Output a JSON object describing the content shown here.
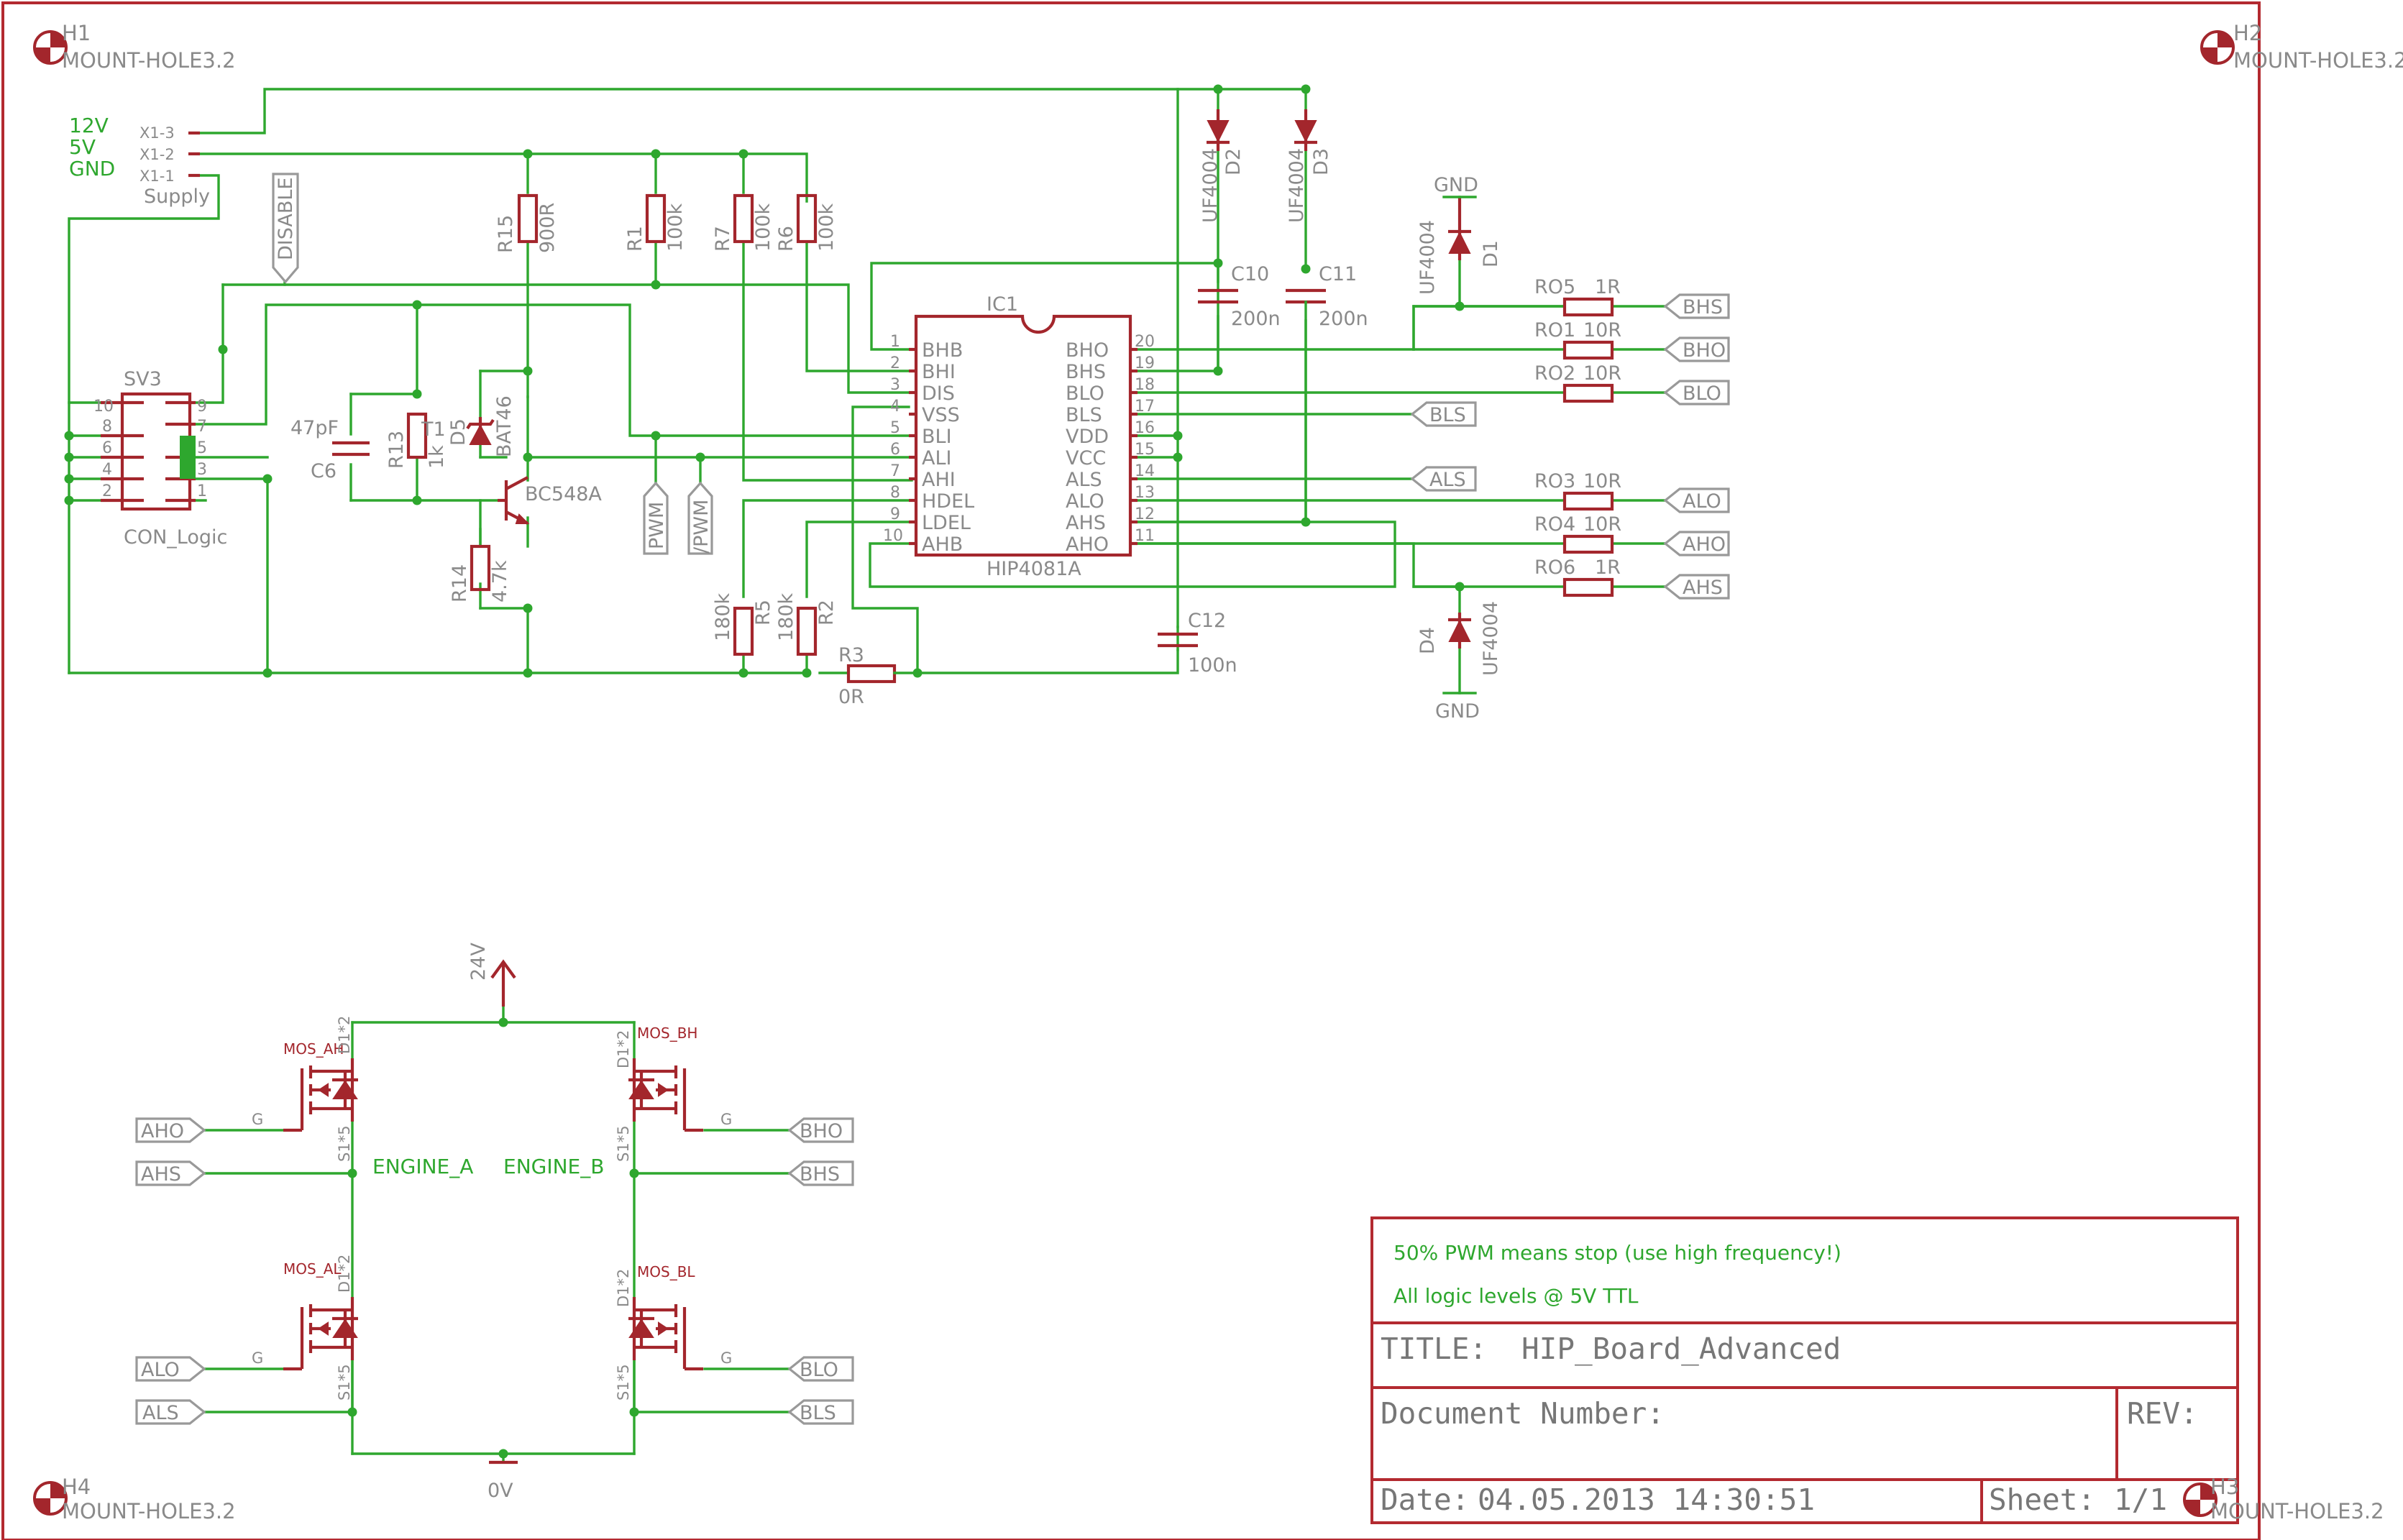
{
  "title_block": {
    "note1": "50% PWM means stop (use high frequency!)",
    "note2": "All logic levels @ 5V TTL",
    "title_label": "TITLE:",
    "title_value": "HIP_Board_Advanced",
    "docnum_label": "Document Number:",
    "rev_label": "REV:",
    "date_label": "Date:",
    "date_value": "04.05.2013 14:30:51",
    "sheet_label": "Sheet:",
    "sheet_value": "1/1"
  },
  "mount_holes": [
    {
      "ref": "H1",
      "value": "MOUNT-HOLE3.2"
    },
    {
      "ref": "H2",
      "value": "MOUNT-HOLE3.2"
    },
    {
      "ref": "H3",
      "value": "MOUNT-HOLE3.2"
    },
    {
      "ref": "H4",
      "value": "MOUNT-HOLE3.2"
    }
  ],
  "supply": {
    "labels": [
      "12V",
      "5V",
      "GND"
    ],
    "pins": [
      "X1-3",
      "X1-2",
      "X1-1"
    ],
    "name": "Supply"
  },
  "connector": {
    "ref": "SV3",
    "value": "CON_Logic",
    "pins_left": [
      "10",
      "8",
      "6",
      "4",
      "2"
    ],
    "pins_right": [
      "9",
      "7",
      "5",
      "3",
      "1"
    ]
  },
  "ic": {
    "ref": "IC1",
    "value": "HIP4081A",
    "left_pins": [
      {
        "num": "1",
        "name": "BHB"
      },
      {
        "num": "2",
        "name": "BHI"
      },
      {
        "num": "3",
        "name": "DIS"
      },
      {
        "num": "4",
        "name": "VSS"
      },
      {
        "num": "5",
        "name": "BLI"
      },
      {
        "num": "6",
        "name": "ALI"
      },
      {
        "num": "7",
        "name": "AHI"
      },
      {
        "num": "8",
        "name": "HDEL"
      },
      {
        "num": "9",
        "name": "LDEL"
      },
      {
        "num": "10",
        "name": "AHB"
      }
    ],
    "right_pins": [
      {
        "num": "20",
        "name": "BHO"
      },
      {
        "num": "19",
        "name": "BHS"
      },
      {
        "num": "18",
        "name": "BLO"
      },
      {
        "num": "17",
        "name": "BLS"
      },
      {
        "num": "16",
        "name": "VDD"
      },
      {
        "num": "15",
        "name": "VCC"
      },
      {
        "num": "14",
        "name": "ALS"
      },
      {
        "num": "13",
        "name": "ALO"
      },
      {
        "num": "12",
        "name": "AHS"
      },
      {
        "num": "11",
        "name": "AHO"
      }
    ]
  },
  "resistors": {
    "R15": {
      "ref": "R15",
      "value": "900R"
    },
    "R1": {
      "ref": "R1",
      "value": "100k"
    },
    "R7": {
      "ref": "R7",
      "value": "100k"
    },
    "R6": {
      "ref": "R6",
      "value": "100k"
    },
    "R13": {
      "ref": "R13",
      "value": "1k"
    },
    "R14": {
      "ref": "R14",
      "value": "4.7k"
    },
    "R5": {
      "ref": "R5",
      "value": "180k"
    },
    "R2": {
      "ref": "R2",
      "value": "180k"
    },
    "R3": {
      "ref": "R3",
      "value": "0R"
    },
    "RO5": {
      "ref": "RO5",
      "value": "1R"
    },
    "RO1": {
      "ref": "RO1",
      "value": "10R"
    },
    "RO2": {
      "ref": "RO2",
      "value": "10R"
    },
    "RO3": {
      "ref": "RO3",
      "value": "10R"
    },
    "RO4": {
      "ref": "RO4",
      "value": "10R"
    },
    "RO6": {
      "ref": "RO6",
      "value": "1R"
    }
  },
  "capacitors": {
    "C6": {
      "ref": "C6",
      "value": "47pF"
    },
    "C10": {
      "ref": "C10",
      "value": "200n"
    },
    "C11": {
      "ref": "C11",
      "value": "200n"
    },
    "C12": {
      "ref": "C12",
      "value": "100n"
    }
  },
  "diodes": {
    "D2": {
      "ref": "D2",
      "value": "UF4004"
    },
    "D3": {
      "ref": "D3",
      "value": "UF4004"
    },
    "D1": {
      "ref": "D1",
      "value": "UF4004"
    },
    "D4": {
      "ref": "D4",
      "value": "UF4004"
    },
    "D5": {
      "ref": "D5",
      "value": "BAT46"
    }
  },
  "transistor": {
    "ref": "T1",
    "value": "BC548A"
  },
  "gnd_symbols": [
    "GND",
    "GND"
  ],
  "port_labels": {
    "disable": "DISABLE",
    "pwm": "PWM",
    "npwm": "/PWM",
    "bls_in": "BLS",
    "als_in": "ALS",
    "out": [
      "BHS",
      "BHO",
      "BLO",
      "ALO",
      "AHO",
      "AHS"
    ],
    "bridge_left": [
      "AHO",
      "AHS",
      "ALO",
      "ALS"
    ],
    "bridge_right": [
      "BHO",
      "BHS",
      "BLO",
      "BLS"
    ]
  },
  "bridge": {
    "vplus": "24V",
    "vminus": "0V",
    "engine_a": "ENGINE_A",
    "engine_b": "ENGINE_B",
    "mos": [
      "MOS_AH",
      "MOS_BH",
      "MOS_AL",
      "MOS_BL"
    ],
    "pin_d": "D1*2",
    "pin_s": "S1*5",
    "pin_g": "G"
  },
  "colors": {
    "wire": "#2ea72e",
    "part": "#a3262c",
    "label": "#8a8a8a",
    "frame": "#b32a30"
  }
}
